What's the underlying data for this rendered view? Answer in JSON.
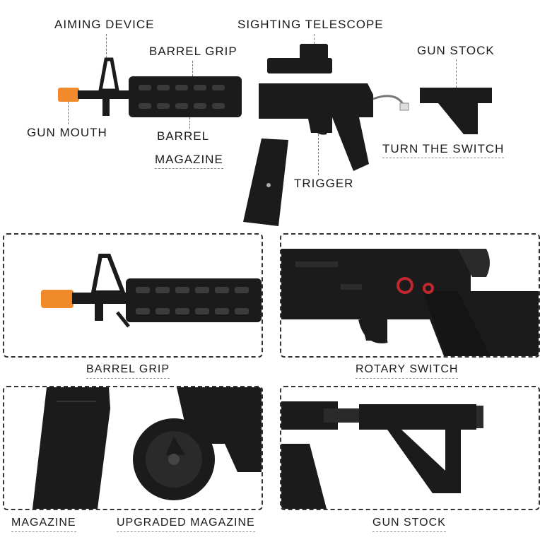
{
  "diagram": {
    "labels": {
      "aiming_device": "AIMING DEVICE",
      "sighting_telescope": "SIGHTING TELESCOPE",
      "barrel_grip": "BARREL GRIP",
      "gun_stock": "GUN STOCK",
      "gun_mouth": "GUN MOUTH",
      "barrel": "BARREL",
      "turn_the_switch": "TURN THE SWITCH",
      "magazine": "MAGAZINE",
      "trigger": "TRIGGER"
    }
  },
  "panels": {
    "barrel_grip": {
      "caption": "BARREL GRIP"
    },
    "rotary_switch": {
      "caption": "ROTARY SWITCH"
    },
    "magazines": {
      "caption_left": "MAGAZINE",
      "caption_right": "UPGRADED MAGAZINE"
    },
    "gun_stock": {
      "caption": "GUN STOCK"
    }
  },
  "colors": {
    "body": "#1b1b1b",
    "muzzle_orange": "#f08a2b",
    "switch_red": "#c0282d"
  }
}
